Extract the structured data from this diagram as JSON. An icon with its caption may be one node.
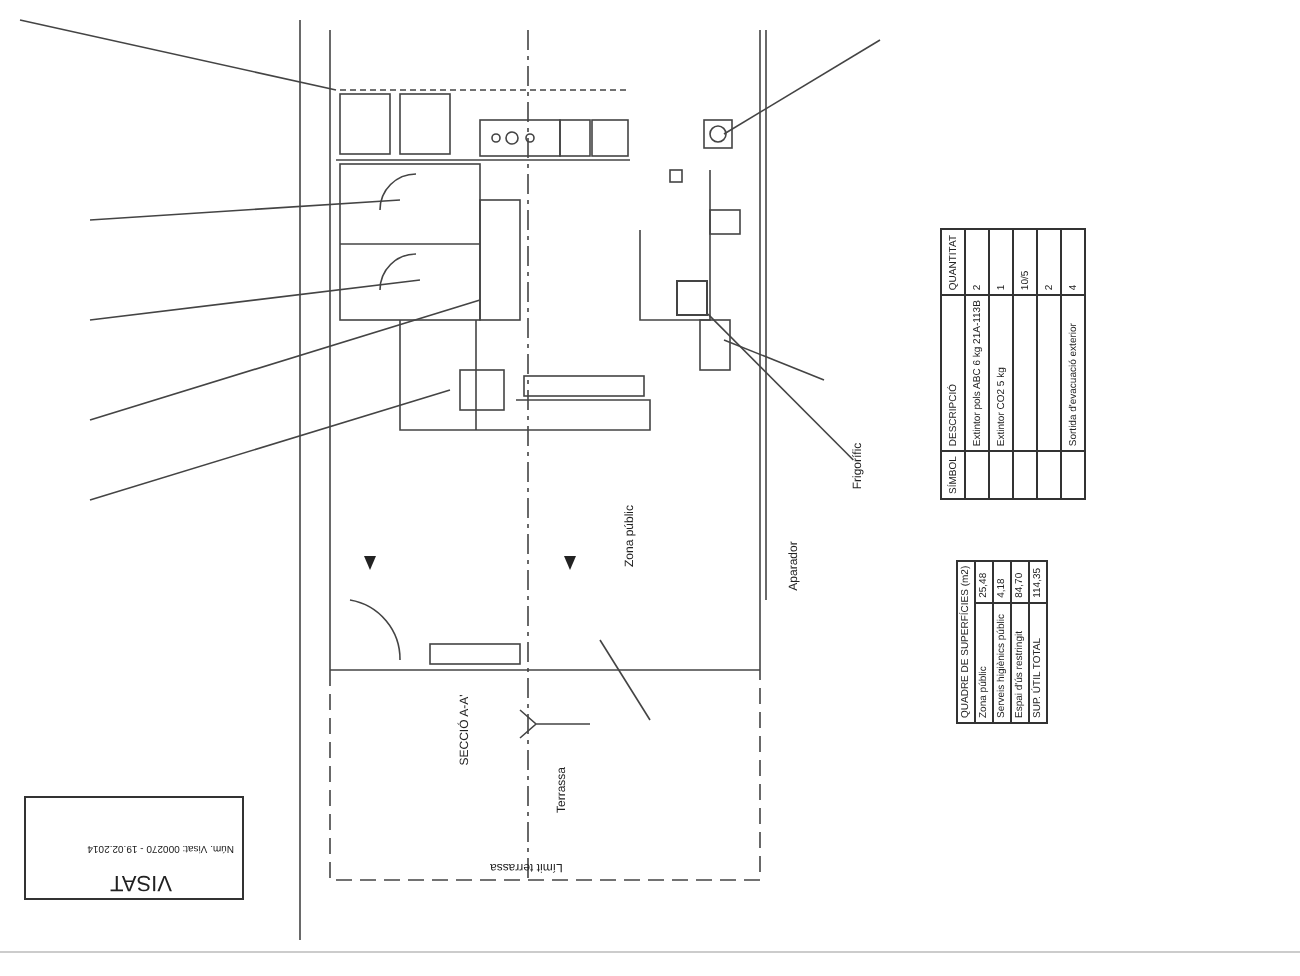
{
  "diagram": {
    "nodes": [
      {
        "text": [
          "Zona públic"
        ]
      },
      {
        "text": [
          "Terrassa"
        ]
      },
      {
        "text": [
          "Frigorífic"
        ]
      },
      {
        "text": [],
        "shape": "box"
      }
    ],
    "edges": [
      {
        "from": 2,
        "to": 3,
        "arrow": "none"
      }
    ],
    "labels": [
      "Aparador",
      "SECCIÓ A-A'",
      "Límit terrassa",
      "QUADRE DE SUPERFÍCIES (m2)",
      "Zona públic",
      "25,48",
      "Serveis higiènics públic",
      "4,18",
      "Espai d'ús restringit",
      "84,70",
      "SUP. ÚTIL TOTAL",
      "114,35",
      "SÍMBOL",
      "DESCRIPCIÓ",
      "QUANTITAT",
      "Extintor pols ABC 6 kg 21A-113B",
      "2",
      "Extintor CO2 5 kg",
      "1",
      "10/5",
      "2",
      "Sortida d'evacuació exterior",
      "4",
      "VISAT",
      "Núm. Visat: 000270 - 19.02.2014"
    ]
  }
}
